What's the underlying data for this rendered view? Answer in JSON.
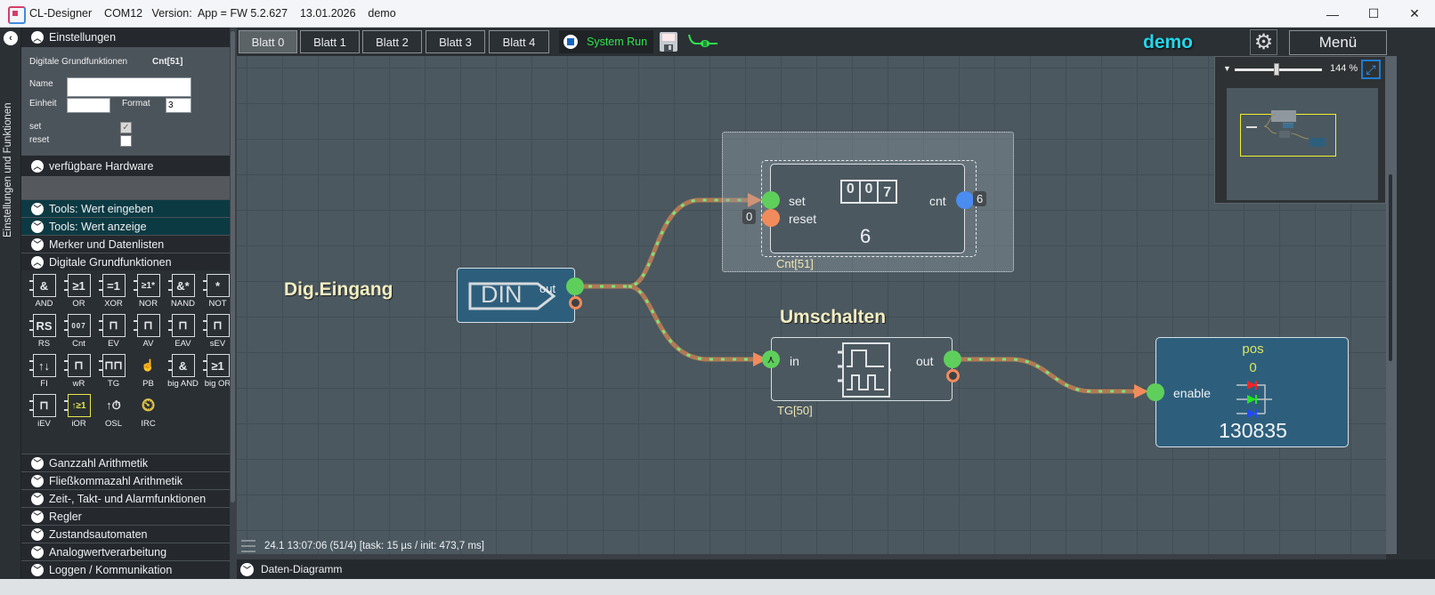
{
  "window": {
    "title": "CL-Designer    COM12   Version:  App = FW 5.2.627    13.01.2026    demo",
    "controls": {
      "minimize": "—",
      "maximize": "☐",
      "close": "✕"
    }
  },
  "left_strip": {
    "collapse": "‹",
    "label": "Einstellungen und Funktionen"
  },
  "sidebar": {
    "settings": {
      "header": "Einstellungen",
      "category": "Digitale Grundfunktionen",
      "element_id": "Cnt[51]",
      "name_label": "Name",
      "name_value": "",
      "unit_label": "Einheit",
      "unit_value": "",
      "format_label": "Format",
      "format_value": "3",
      "set_label": "set",
      "set_checked": true,
      "reset_label": "reset",
      "reset_checked": false
    },
    "hardware_header": "verfügbare Hardware",
    "sections_top": [
      {
        "label": "Tools: Wert eingeben",
        "expanded": false
      },
      {
        "label": "Tools: Wert anzeige",
        "expanded": false
      },
      {
        "label": "Merker und Datenlisten",
        "expanded": false
      },
      {
        "label": "Digitale Grundfunktionen",
        "expanded": true
      }
    ],
    "palette": [
      {
        "label": "AND",
        "glyph": "&"
      },
      {
        "label": "OR",
        "glyph": "≥1"
      },
      {
        "label": "XOR",
        "glyph": "=1"
      },
      {
        "label": "NOR",
        "glyph": "≥1*"
      },
      {
        "label": "NAND",
        "glyph": "&*"
      },
      {
        "label": "NOT",
        "glyph": "*"
      },
      {
        "label": "RS",
        "glyph": "RS"
      },
      {
        "label": "Cnt",
        "glyph": "007"
      },
      {
        "label": "EV",
        "glyph": "⊓"
      },
      {
        "label": "AV",
        "glyph": "⊓"
      },
      {
        "label": "EAV",
        "glyph": "⊓"
      },
      {
        "label": "sEV",
        "glyph": "⊓"
      },
      {
        "label": "FI",
        "glyph": "↑↓"
      },
      {
        "label": "wR",
        "glyph": "⊓"
      },
      {
        "label": "TG",
        "glyph": "⊓⊓"
      },
      {
        "label": "PB",
        "glyph": "☝"
      },
      {
        "label": "big AND",
        "glyph": "&"
      },
      {
        "label": "big OR",
        "glyph": "≥1"
      },
      {
        "label": "iEV",
        "glyph": "⊓"
      },
      {
        "label": "iOR",
        "glyph": "↑≥1"
      },
      {
        "label": "OSL",
        "glyph": "↑⏱"
      },
      {
        "label": "IRC",
        "glyph": "⏲"
      }
    ],
    "sections_bottom": [
      {
        "label": "Ganzzahl Arithmetik"
      },
      {
        "label": "Fließkommazahl Arithmetik"
      },
      {
        "label": "Zeit-, Takt- und Alarmfunktionen"
      },
      {
        "label": "Regler"
      },
      {
        "label": "Zustandsautomaten"
      },
      {
        "label": "Analogwertverarbeitung"
      },
      {
        "label": "Loggen / Kommunikation"
      }
    ]
  },
  "toolbar": {
    "tabs": [
      {
        "label": "Blatt 0",
        "active": true
      },
      {
        "label": "Blatt 1",
        "active": false
      },
      {
        "label": "Blatt 2",
        "active": false
      },
      {
        "label": "Blatt 3",
        "active": false
      },
      {
        "label": "Blatt 4",
        "active": false
      }
    ],
    "system_run_label": "System Run",
    "mode_label": "demo",
    "menu_label": "Menü",
    "colors": {
      "system_run": "#2ee54d",
      "demo": "#22d7ea"
    }
  },
  "minimap": {
    "zoom_percent": 144,
    "zoom_label": "144 %",
    "zoom_slider_fraction": 0.48
  },
  "canvas": {
    "din": {
      "title": "Dig.Eingang",
      "glyph": "DIN",
      "out_label": "out"
    },
    "counter": {
      "name": "Cnt[51]",
      "set_label": "set",
      "reset_label": "reset",
      "cnt_label": "cnt",
      "reset_value": "0",
      "cnt_value": "6",
      "display_value": "6",
      "glyph_digits": [
        "0",
        "0",
        "7"
      ]
    },
    "toggle": {
      "title": "Umschalten",
      "name": "TG[50]",
      "in_label": "in",
      "out_label": "out"
    },
    "position": {
      "label": "pos",
      "pos_value": "0",
      "enable_label": "enable",
      "display_value": "130835"
    }
  },
  "status": {
    "text": "24.1 13:07:06 (51/4) [task: 15 µs / init: 473,7 ms]"
  },
  "bottom_panel": {
    "label": "Daten-Diagramm"
  }
}
